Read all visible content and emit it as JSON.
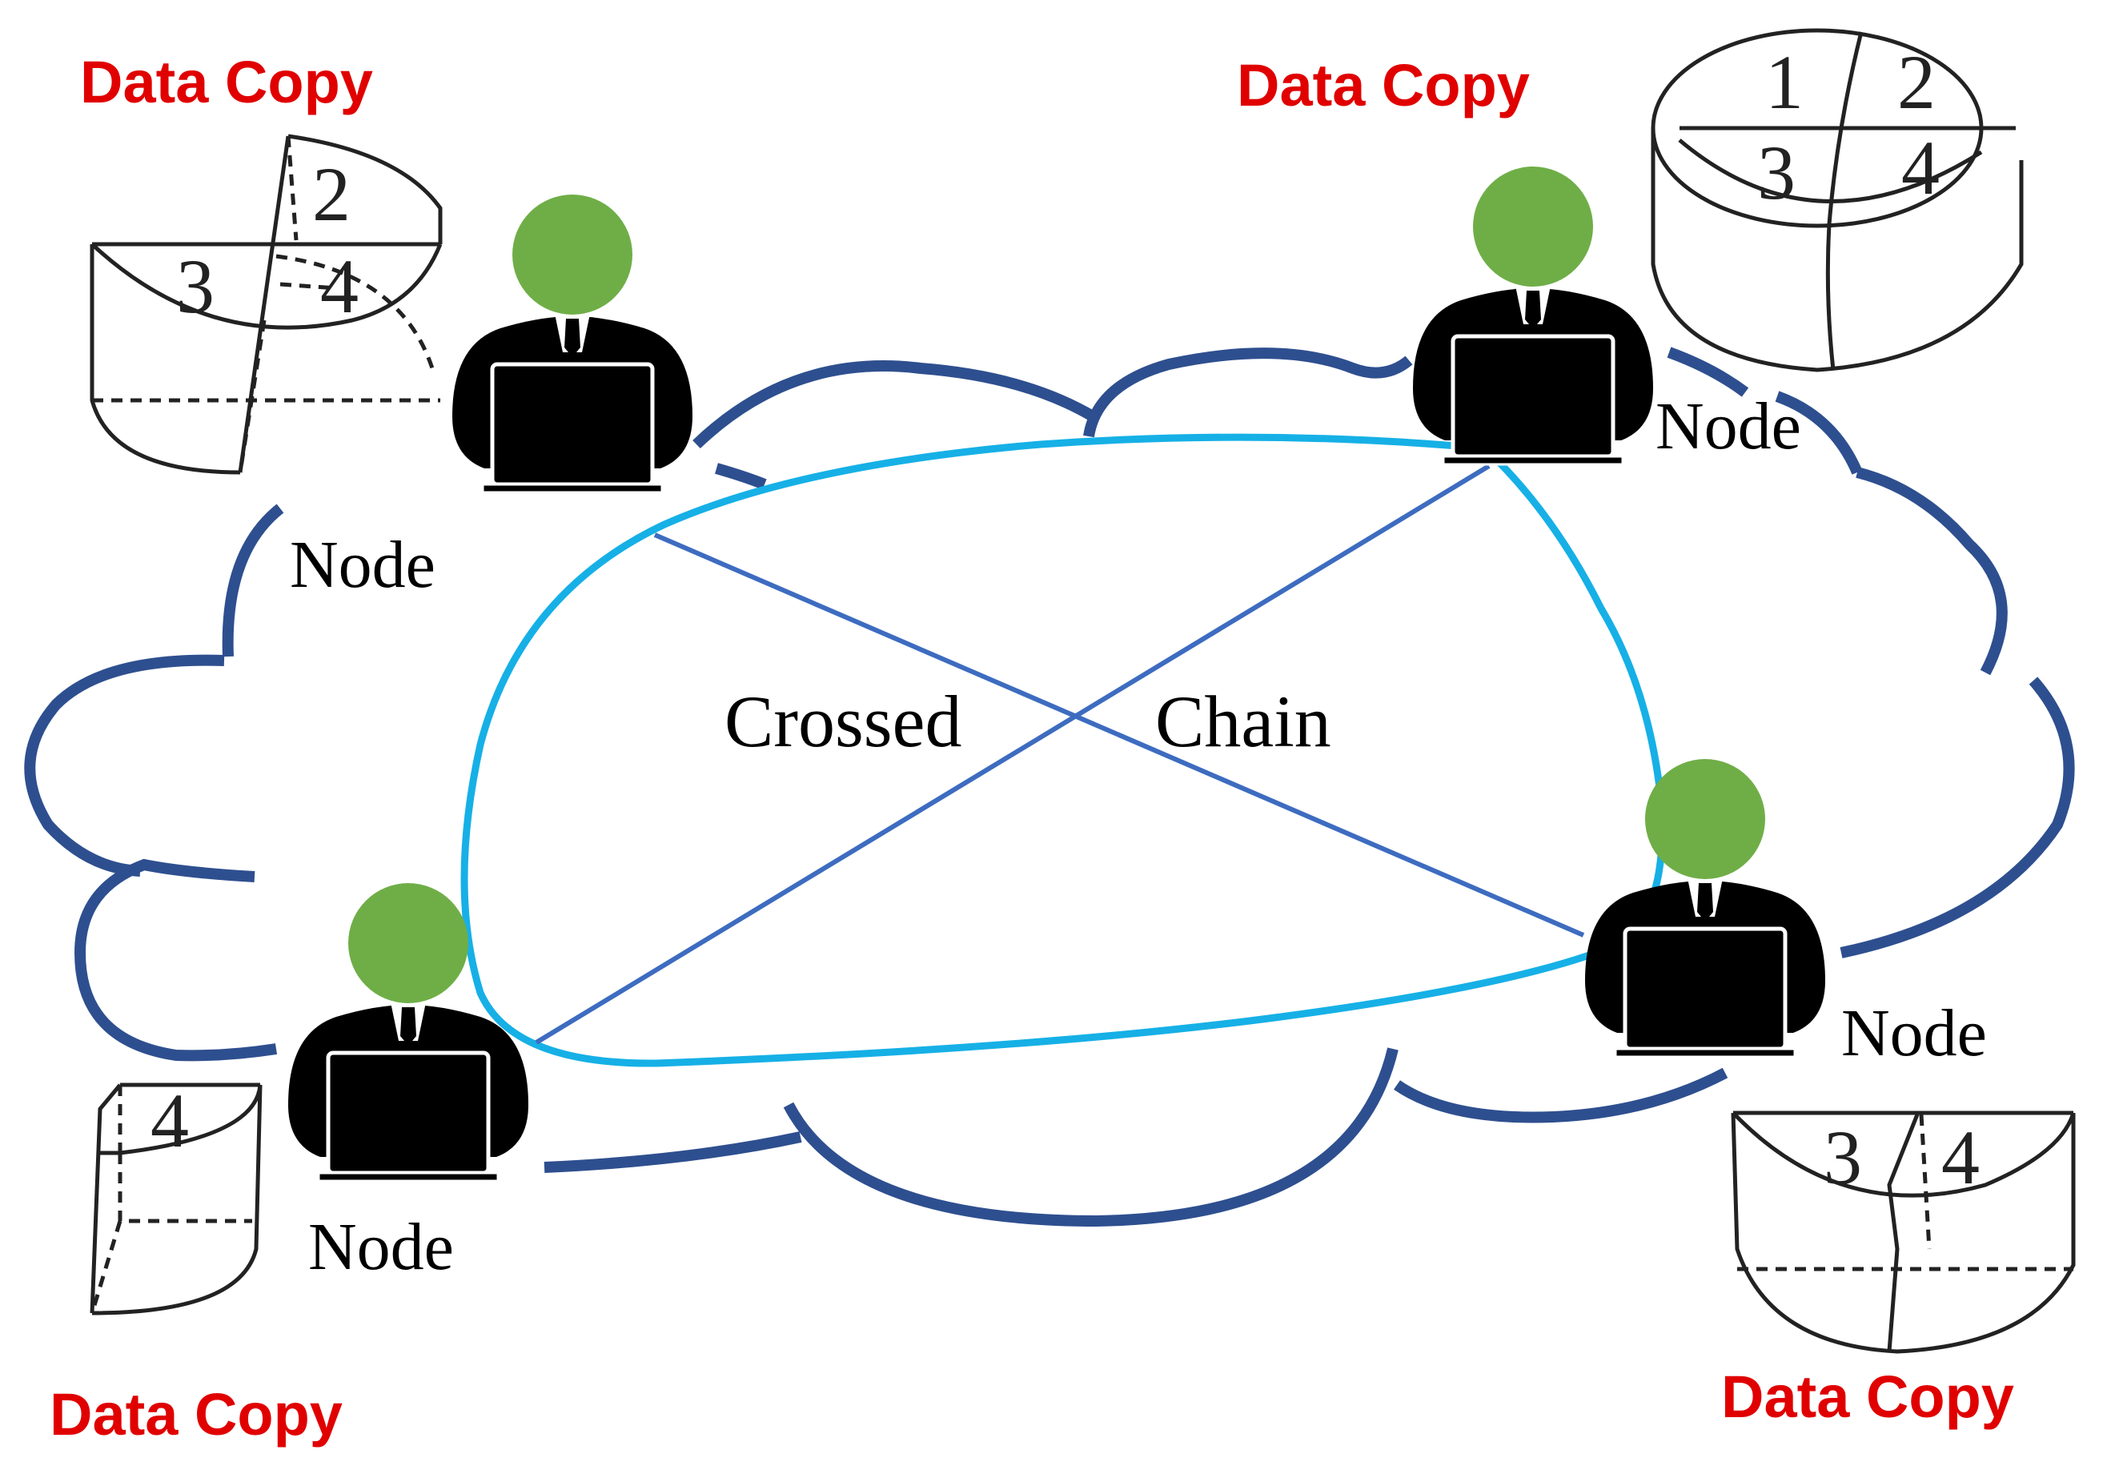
{
  "diagram": {
    "labels": {
      "crossed": "Crossed",
      "chain": "Chain",
      "node": "Node",
      "data_copy": "Data Copy"
    },
    "nodes": [
      {
        "id": "node-top-left",
        "label": "Node"
      },
      {
        "id": "node-top-right",
        "label": "Node"
      },
      {
        "id": "node-bottom-left",
        "label": "Node"
      },
      {
        "id": "node-bottom-right",
        "label": "Node"
      }
    ],
    "data_copies": [
      {
        "id": "copy-top-left",
        "label": "Data Copy",
        "segments": [
          "2",
          "3",
          "4"
        ]
      },
      {
        "id": "copy-top-right",
        "label": "Data Copy",
        "segments": [
          "1",
          "2",
          "3",
          "4"
        ]
      },
      {
        "id": "copy-bottom-left",
        "label": "Data Copy",
        "segments": [
          "4"
        ]
      },
      {
        "id": "copy-bottom-right",
        "label": "Data Copy",
        "segments": [
          "3",
          "4"
        ]
      }
    ],
    "colors": {
      "cloud": "#2e4f8f",
      "chain_ring": "#16b0e6",
      "cross_lines": "#3d6cc0",
      "head": "#6fae47",
      "person": "#000000",
      "label_red": "#e00000"
    }
  }
}
